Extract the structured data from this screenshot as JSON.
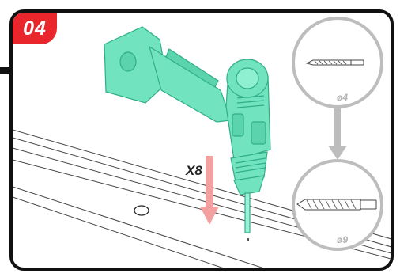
{
  "step": {
    "number": "04"
  },
  "instruction": {
    "count": "X8"
  },
  "drill_bits": [
    {
      "size": "ø4"
    },
    {
      "size": "ø9"
    }
  ],
  "colors": {
    "badge": "#e8262c",
    "drill": "#71e3be",
    "drill_dark": "#2fae88",
    "arrow": "#f2a0a0",
    "circle": "#bdbdbd",
    "outline": "#111111"
  },
  "icons": [
    "drill-icon",
    "drill-bit-icon",
    "down-arrow-icon"
  ]
}
